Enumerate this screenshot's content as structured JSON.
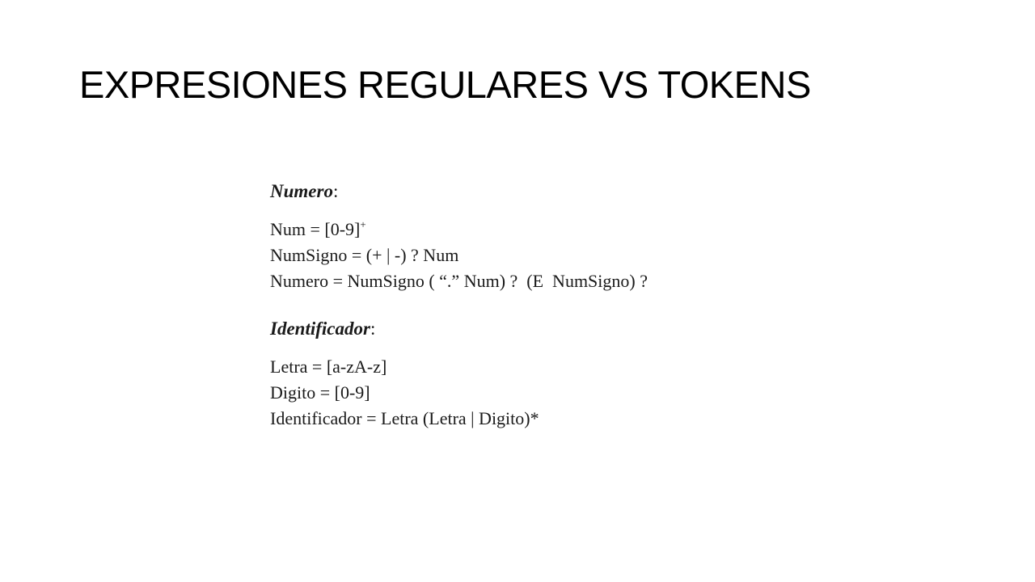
{
  "slide": {
    "title": "EXPRESIONES REGULARES VS TOKENS"
  },
  "figure": {
    "sections": [
      {
        "heading": "Numero",
        "heading_suffix": ":",
        "lines": [
          {
            "text": "Num = [0-9]",
            "sup": "+"
          },
          {
            "text": "NumSigno = (+ | -) ? Num"
          },
          {
            "text": "Numero = NumSigno ( “.” Num) ?  (E  NumSigno) ?"
          }
        ]
      },
      {
        "heading": "Identificador",
        "heading_suffix": ":",
        "lines": [
          {
            "text": "Letra = [a-zA-z]"
          },
          {
            "text": "Digito = [0-9]"
          },
          {
            "text": "Identificador = Letra (Letra | Digito)*"
          }
        ]
      }
    ]
  }
}
